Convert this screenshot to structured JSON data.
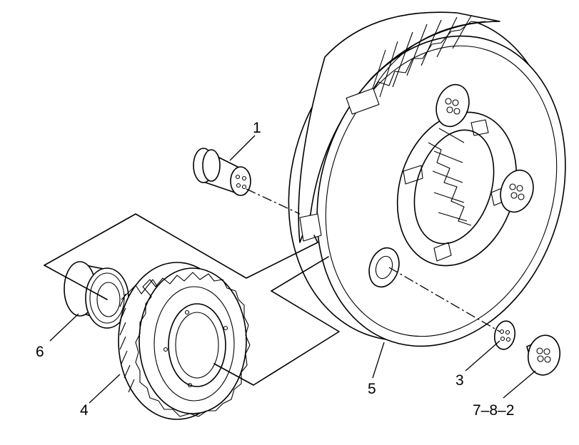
{
  "callouts": {
    "part_1": "1",
    "part_3": "3",
    "part_4": "4",
    "part_5": "5",
    "part_6": "6",
    "part_7_8_2": "7–8–2"
  },
  "colors": {
    "line": "#000000",
    "background": "#ffffff"
  }
}
